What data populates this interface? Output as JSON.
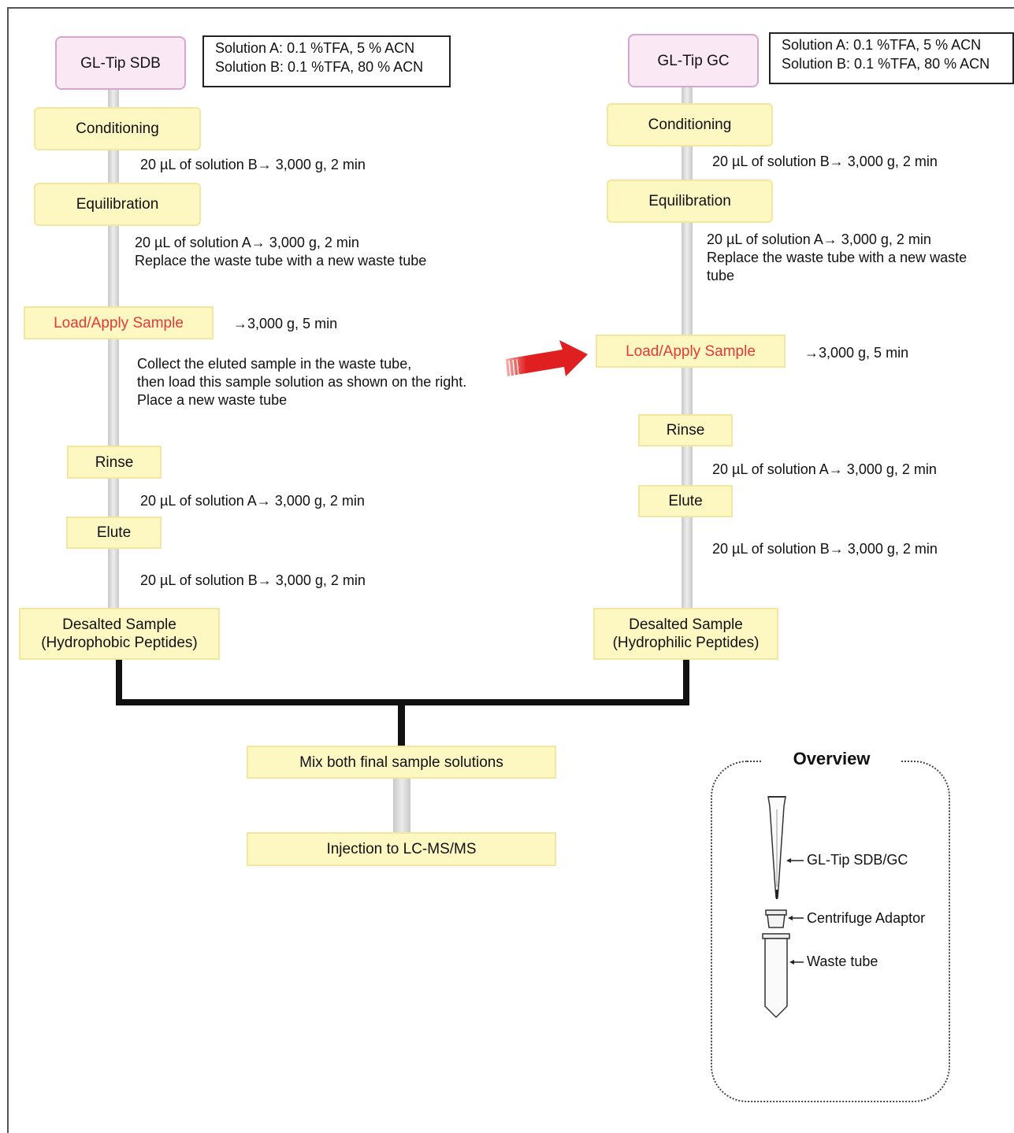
{
  "left": {
    "tip": "GL-Tip SDB",
    "solution_a": "Solution A: 0.1 %TFA, 5 % ACN",
    "solution_b": "Solution B: 0.1 %TFA, 80 % ACN",
    "conditioning": "Conditioning",
    "conditioning_note": "20 µL of solution B→ 3,000 g, 2 min",
    "equilibration": "Equilibration",
    "equilibration_note_1": "20 µL of solution A→ 3,000 g, 2 min",
    "equilibration_note_2": "Replace the waste tube with a new waste tube",
    "load": "Load/Apply Sample",
    "load_note": "→3,000 g, 5 min",
    "collect_1": "Collect the eluted sample in the waste tube,",
    "collect_2": "then load this sample solution as shown on the right.",
    "collect_3": "Place a new waste tube",
    "rinse": "Rinse",
    "rinse_note": "20 µL of solution A→ 3,000 g, 2 min",
    "elute": "Elute",
    "elute_note": "20 µL of solution B→ 3,000 g, 2 min",
    "desalted_1": "Desalted Sample",
    "desalted_2": "(Hydrophobic Peptides)"
  },
  "right": {
    "tip": "GL-Tip GC",
    "solution_a": "Solution A: 0.1 %TFA, 5 % ACN",
    "solution_b": "Solution B: 0.1 %TFA, 80 % ACN",
    "conditioning": "Conditioning",
    "conditioning_note": "20 µL of solution B→ 3,000 g, 2 min",
    "equilibration": "Equilibration",
    "equilibration_note_1": "20 µL of solution A→ 3,000 g, 2 min",
    "equilibration_note_2": "Replace the waste tube with a new waste",
    "equilibration_note_3": "tube",
    "load": "Load/Apply Sample",
    "load_note": "→3,000 g, 5 min",
    "rinse": "Rinse",
    "rinse_note": "20 µL of solution A→ 3,000 g, 2 min",
    "elute": "Elute",
    "elute_note": "20 µL of solution B→ 3,000 g, 2 min",
    "desalted_1": "Desalted Sample",
    "desalted_2": "(Hydrophilic Peptides)"
  },
  "mix": "Mix both final sample solutions",
  "injection": "Injection to LC-MS/MS",
  "overview": {
    "title": "Overview",
    "tip_label": "GL-Tip SDB/GC",
    "adaptor_label": "Centrifuge Adaptor",
    "waste_label": "Waste tube"
  },
  "colors": {
    "box_fill": "#fdf7c2",
    "tip_fill": "#fbe8f5",
    "load_text": "#e23a3a",
    "arrow": "#e02020"
  }
}
